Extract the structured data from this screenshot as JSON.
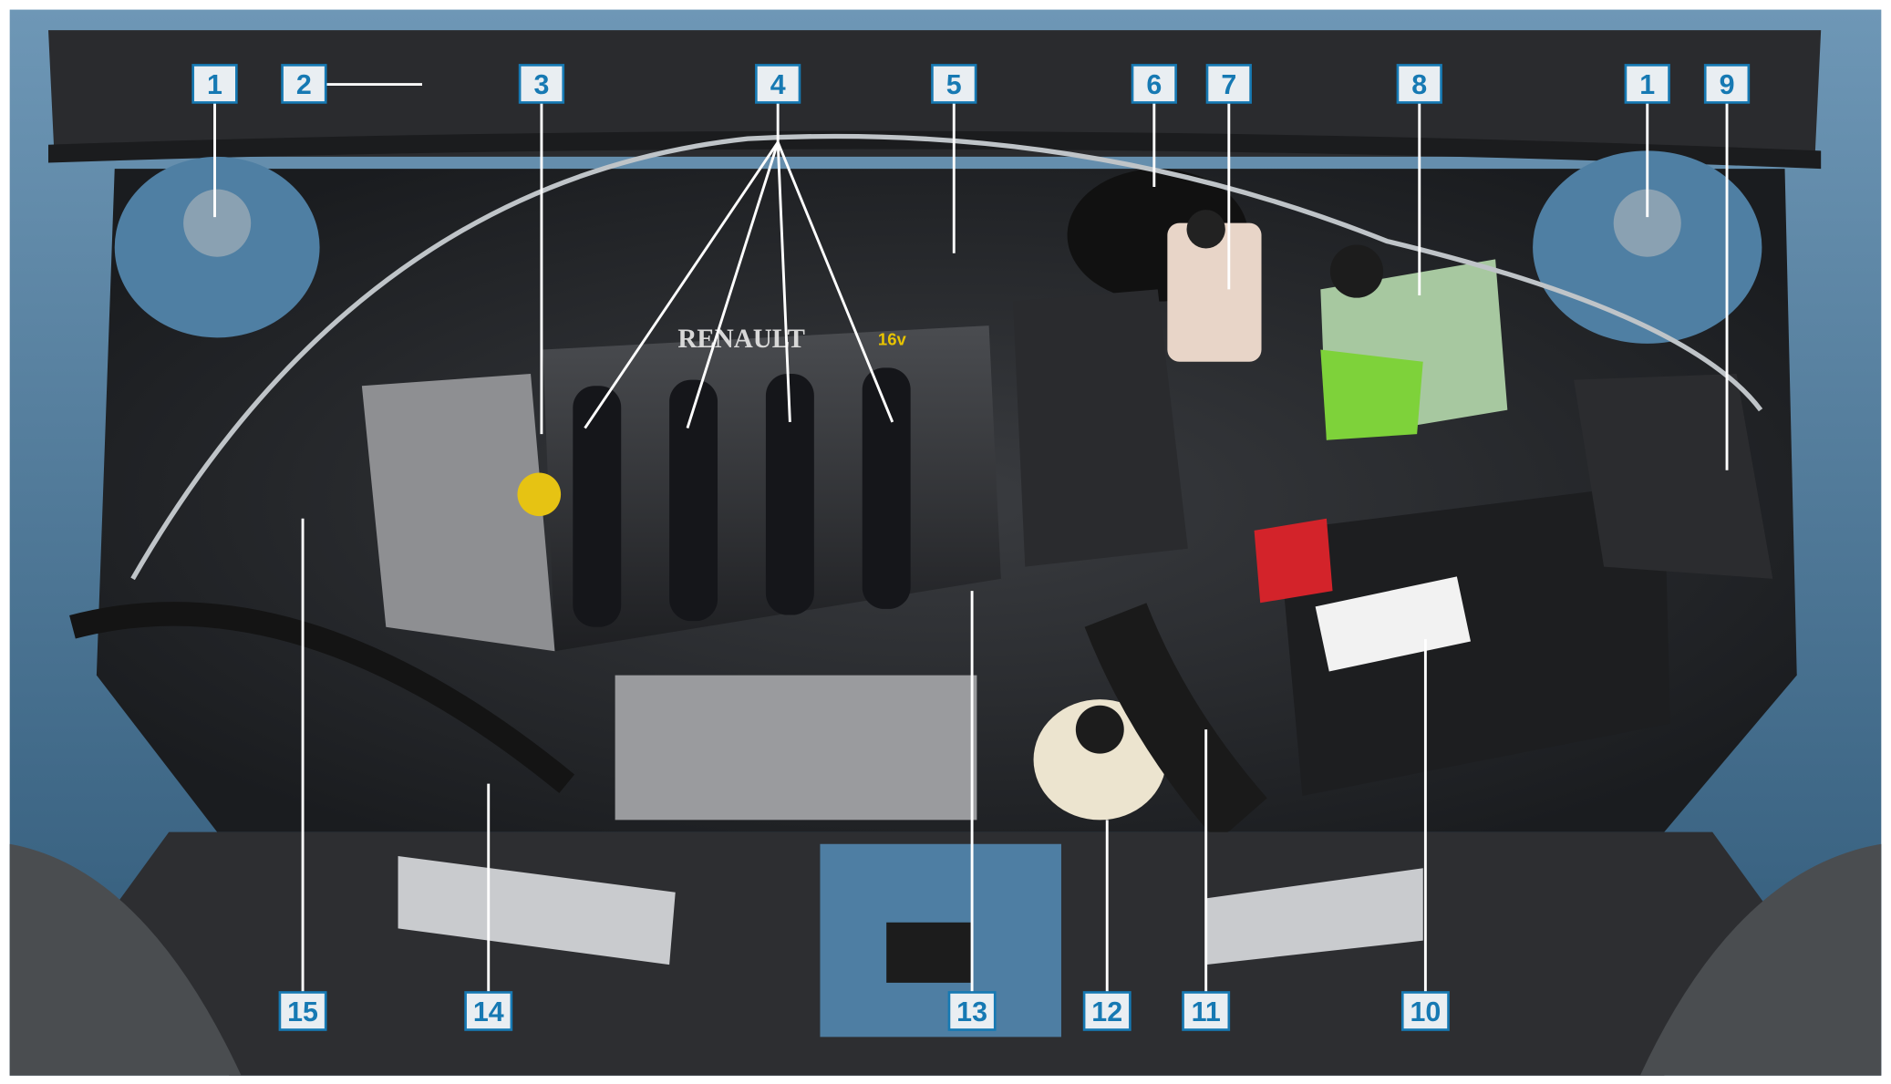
{
  "figure": {
    "engine_badge": "RENAULT",
    "engine_badge_sub": "16v",
    "callouts_top": [
      "1",
      "2",
      "3",
      "4",
      "5",
      "6",
      "7",
      "8",
      "1",
      "9"
    ],
    "callouts_bottom": [
      "15",
      "14",
      "13",
      "12",
      "11",
      "10"
    ]
  },
  "colors": {
    "callout_border": "#1679b3",
    "callout_fill": "#e9eef2",
    "body_paint": "#3f6d8f"
  }
}
